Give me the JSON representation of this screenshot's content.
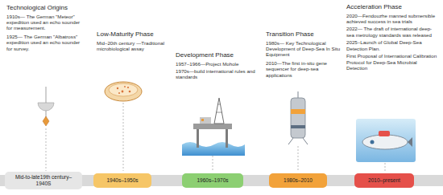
{
  "diagram": {
    "nodes": [
      {
        "text": [
          "Mid-to-late19th century–1940S"
        ]
      },
      {
        "text": [
          "1940s–1950s"
        ]
      },
      {
        "text": [
          "1960s–1970s"
        ]
      },
      {
        "text": [
          "1980s–2010"
        ]
      },
      {
        "text": [
          "2010–present"
        ]
      }
    ],
    "labels": [
      "Technological Origins",
      "1910s— The German \"Meteor\" expedition used an echo sounder for measurement.",
      "1925— The German \"Albatross\" expedition used an echo sounder for survey.",
      "Low-Maturity Phase",
      "Mid–20th century —Traditional microbiological assay",
      "Development Phase",
      "1957–1966—Project Mohole",
      "1970s—build international rules and standards",
      "Transition Phase",
      "1980s— Key Technological Development of Deep-Sea In Situ Equipment",
      "2010—The first in-situ gene sequencer for deep-sea applications",
      "Acceleration Phase",
      "2020—Fendouzhe manned submersible achieved success in sea trials",
      "2022— The draft of international deep-sea metrology standards was released",
      "2025–Launch of Global Deep-Sea Detection Plan.",
      "First Proposal of International Calibration Protocol for Deep-Sea Microbial Detection"
    ]
  }
}
